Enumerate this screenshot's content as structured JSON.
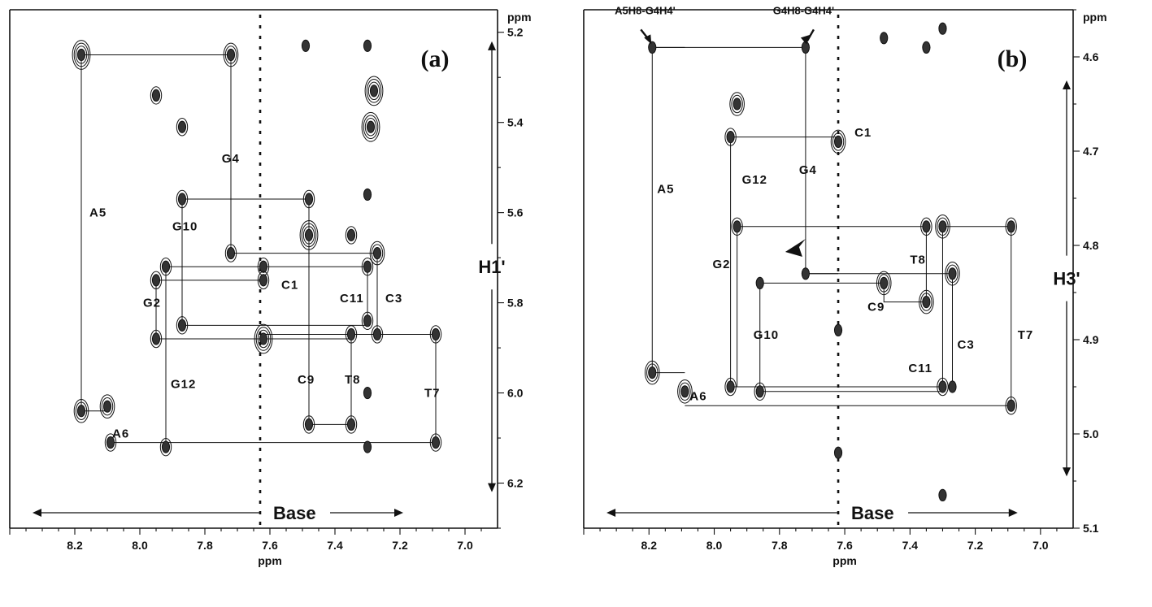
{
  "chart_data": [
    {
      "type": "scatter",
      "panel_label": "(a)",
      "xlabel": "ppm",
      "ylabel": "ppm",
      "xlim": [
        8.4,
        6.9
      ],
      "ylim": [
        5.15,
        6.3
      ],
      "x_ticks": [
        "8.2",
        "8.0",
        "7.8",
        "7.6",
        "7.4",
        "7.2",
        "7.0"
      ],
      "x_tick_values": [
        8.2,
        8.0,
        7.8,
        7.6,
        7.4,
        7.2,
        7.0
      ],
      "y_ticks": [
        "5.2",
        "5.4",
        "5.6",
        "5.8",
        "6.0",
        "6.2"
      ],
      "y_tick_values": [
        5.2,
        5.4,
        5.6,
        5.8,
        6.0,
        6.2
      ],
      "region_y": "H1'",
      "region_x": "Base",
      "region_y_range": [
        5.22,
        6.22
      ],
      "region_x_range": [
        8.33,
        7.19
      ],
      "x_base": 7.615,
      "noise_band": 7.63,
      "peaks": [
        {
          "x": 8.18,
          "y": 5.25,
          "s": 2.0
        },
        {
          "x": 7.72,
          "y": 5.25,
          "s": 1.3
        },
        {
          "x": 7.95,
          "y": 5.34,
          "s": 1.0
        },
        {
          "x": 7.87,
          "y": 5.41,
          "s": 1.1
        },
        {
          "x": 7.28,
          "y": 5.33,
          "s": 2.0
        },
        {
          "x": 7.29,
          "y": 5.41,
          "s": 1.8
        },
        {
          "x": 7.87,
          "y": 5.57,
          "s": 1.2
        },
        {
          "x": 7.48,
          "y": 5.57,
          "s": 0.9
        },
        {
          "x": 7.48,
          "y": 5.65,
          "s": 2.2
        },
        {
          "x": 7.35,
          "y": 5.65,
          "s": 0.9
        },
        {
          "x": 7.72,
          "y": 5.69,
          "s": 1.0
        },
        {
          "x": 7.27,
          "y": 5.69,
          "s": 1.5
        },
        {
          "x": 7.92,
          "y": 5.72,
          "s": 0.8
        },
        {
          "x": 7.95,
          "y": 5.75,
          "s": 0.8
        },
        {
          "x": 7.62,
          "y": 5.72,
          "s": 1.2
        },
        {
          "x": 7.3,
          "y": 5.72,
          "s": 0.9
        },
        {
          "x": 7.62,
          "y": 5.75,
          "s": 1.0
        },
        {
          "x": 7.3,
          "y": 5.84,
          "s": 1.2
        },
        {
          "x": 7.87,
          "y": 5.85,
          "s": 1.0
        },
        {
          "x": 7.95,
          "y": 5.88,
          "s": 0.9
        },
        {
          "x": 7.62,
          "y": 5.88,
          "s": 1.9
        },
        {
          "x": 7.35,
          "y": 5.87,
          "s": 0.9
        },
        {
          "x": 7.27,
          "y": 5.87,
          "s": 1.1
        },
        {
          "x": 7.09,
          "y": 5.87,
          "s": 0.9
        },
        {
          "x": 8.18,
          "y": 6.04,
          "s": 1.3
        },
        {
          "x": 8.1,
          "y": 6.03,
          "s": 1.3
        },
        {
          "x": 8.09,
          "y": 6.11,
          "s": 1.0
        },
        {
          "x": 7.92,
          "y": 6.12,
          "s": 0.8
        },
        {
          "x": 7.48,
          "y": 6.07,
          "s": 0.9
        },
        {
          "x": 7.35,
          "y": 6.07,
          "s": 1.0
        },
        {
          "x": 7.09,
          "y": 6.11,
          "s": 0.9
        },
        {
          "x": 7.3,
          "y": 6.12,
          "s": 0.6
        },
        {
          "x": 7.3,
          "y": 5.23,
          "s": 0.5
        },
        {
          "x": 7.49,
          "y": 5.23,
          "s": 0.4
        },
        {
          "x": 7.3,
          "y": 5.56,
          "s": 0.4
        },
        {
          "x": 7.3,
          "y": 6.0,
          "s": 0.3
        }
      ],
      "connectors": [
        {
          "x": [
            8.18,
            8.18,
            7.72,
            7.72,
            7.62
          ],
          "y": [
            6.04,
            5.25,
            5.25,
            5.69,
            5.69
          ]
        },
        {
          "x": [
            8.18,
            8.1
          ],
          "y": [
            6.04,
            6.04
          ]
        },
        {
          "x": [
            8.09,
            7.09,
            7.09,
            7.62
          ],
          "y": [
            6.11,
            6.11,
            5.87,
            5.87
          ]
        },
        {
          "x": [
            7.87,
            7.87,
            7.48,
            7.48,
            7.35,
            7.35
          ],
          "y": [
            5.85,
            5.57,
            5.57,
            6.07,
            6.07,
            5.87
          ]
        },
        {
          "x": [
            7.62,
            7.27,
            7.27
          ],
          "y": [
            5.69,
            5.69,
            5.87
          ]
        },
        {
          "x": [
            7.92,
            7.92,
            7.3,
            7.3
          ],
          "y": [
            6.12,
            5.72,
            5.72,
            5.84
          ]
        },
        {
          "x": [
            7.95,
            7.95,
            7.62
          ],
          "y": [
            5.88,
            5.75,
            5.75
          ]
        },
        {
          "x": [
            7.87,
            7.3
          ],
          "y": [
            5.85,
            5.85
          ]
        },
        {
          "x": [
            7.95,
            7.35
          ],
          "y": [
            5.88,
            5.88
          ]
        }
      ],
      "annotations": [
        {
          "text": "A5",
          "x": 8.155,
          "y": 5.6
        },
        {
          "text": "G4",
          "x": 7.748,
          "y": 5.48
        },
        {
          "text": "G10",
          "x": 7.9,
          "y": 5.63
        },
        {
          "text": "C1",
          "x": 7.565,
          "y": 5.76
        },
        {
          "text": "C11",
          "x": 7.385,
          "y": 5.79
        },
        {
          "text": "C3",
          "x": 7.245,
          "y": 5.79
        },
        {
          "text": "G2",
          "x": 7.99,
          "y": 5.8
        },
        {
          "text": "G12",
          "x": 7.905,
          "y": 5.98
        },
        {
          "text": "C9",
          "x": 7.515,
          "y": 5.97
        },
        {
          "text": "T8",
          "x": 7.37,
          "y": 5.97
        },
        {
          "text": "T7",
          "x": 7.125,
          "y": 6.0
        },
        {
          "text": "A6",
          "x": 8.085,
          "y": 6.09
        }
      ]
    },
    {
      "type": "scatter",
      "panel_label": "(b)",
      "xlabel": "ppm",
      "ylabel": "ppm",
      "xlim": [
        8.4,
        6.9
      ],
      "ylim": [
        4.55,
        5.1
      ],
      "x_ticks": [
        "8.2",
        "8.0",
        "7.8",
        "7.6",
        "7.4",
        "7.2",
        "7.0"
      ],
      "x_tick_values": [
        8.2,
        8.0,
        7.8,
        7.6,
        7.4,
        7.2,
        7.0
      ],
      "y_ticks": [
        "4.6",
        "4.7",
        "4.8",
        "4.9",
        "5.0",
        "5.1"
      ],
      "y_tick_values": [
        4.6,
        4.7,
        4.8,
        4.9,
        5.0,
        5.1
      ],
      "region_y": "H3'",
      "region_x": "Base",
      "region_y_range": [
        4.625,
        5.045
      ],
      "region_x_range": [
        8.33,
        7.07
      ],
      "x_base": 7.605,
      "noise_band": 7.62,
      "peaks": [
        {
          "x": 8.19,
          "y": 4.59,
          "s": 0.7
        },
        {
          "x": 7.72,
          "y": 4.59,
          "s": 0.5
        },
        {
          "x": 7.93,
          "y": 4.65,
          "s": 1.3
        },
        {
          "x": 7.95,
          "y": 4.685,
          "s": 1.1
        },
        {
          "x": 7.62,
          "y": 4.69,
          "s": 1.6
        },
        {
          "x": 7.93,
          "y": 4.78,
          "s": 0.9
        },
        {
          "x": 7.35,
          "y": 4.78,
          "s": 1.0
        },
        {
          "x": 7.3,
          "y": 4.78,
          "s": 1.4
        },
        {
          "x": 7.09,
          "y": 4.78,
          "s": 1.1
        },
        {
          "x": 7.27,
          "y": 4.83,
          "s": 1.4
        },
        {
          "x": 7.86,
          "y": 4.84,
          "s": 0.7
        },
        {
          "x": 7.72,
          "y": 4.83,
          "s": 0.6
        },
        {
          "x": 7.48,
          "y": 4.84,
          "s": 1.4
        },
        {
          "x": 7.35,
          "y": 4.86,
          "s": 1.7
        },
        {
          "x": 7.62,
          "y": 4.89,
          "s": 0.6
        },
        {
          "x": 8.19,
          "y": 4.935,
          "s": 1.3
        },
        {
          "x": 8.09,
          "y": 4.955,
          "s": 1.4
        },
        {
          "x": 7.95,
          "y": 4.95,
          "s": 1.1
        },
        {
          "x": 7.86,
          "y": 4.955,
          "s": 1.1
        },
        {
          "x": 7.3,
          "y": 4.95,
          "s": 0.8
        },
        {
          "x": 7.27,
          "y": 4.95,
          "s": 0.7
        },
        {
          "x": 7.09,
          "y": 4.97,
          "s": 0.8
        },
        {
          "x": 7.62,
          "y": 5.02,
          "s": 0.6
        },
        {
          "x": 7.3,
          "y": 5.065,
          "s": 0.4
        },
        {
          "x": 7.48,
          "y": 4.58,
          "s": 0.4
        },
        {
          "x": 7.35,
          "y": 4.59,
          "s": 0.3
        },
        {
          "x": 7.3,
          "y": 4.57,
          "s": 0.3
        }
      ],
      "connectors": [
        {
          "x": [
            8.19,
            8.19,
            8.09
          ],
          "y": [
            4.935,
            4.59,
            4.59
          ]
        },
        {
          "x": [
            8.19,
            7.72,
            7.72,
            7.62
          ],
          "y": [
            4.59,
            4.59,
            4.83,
            4.83
          ]
        },
        {
          "x": [
            8.19,
            8.09
          ],
          "y": [
            4.935,
            4.935
          ]
        },
        {
          "x": [
            8.09,
            7.09,
            7.09,
            7.3
          ],
          "y": [
            4.97,
            4.97,
            4.78,
            4.78
          ]
        },
        {
          "x": [
            7.95,
            7.95,
            7.62
          ],
          "y": [
            4.95,
            4.685,
            4.685
          ]
        },
        {
          "x": [
            7.93,
            7.93,
            7.35
          ],
          "y": [
            4.95,
            4.78,
            4.78
          ]
        },
        {
          "x": [
            7.35,
            7.35,
            7.48,
            7.48
          ],
          "y": [
            4.78,
            4.86,
            4.86,
            4.84
          ]
        },
        {
          "x": [
            7.86,
            7.86,
            7.48
          ],
          "y": [
            4.955,
            4.84,
            4.84
          ]
        },
        {
          "x": [
            7.72,
            7.27,
            7.27,
            7.27
          ],
          "y": [
            4.83,
            4.83,
            4.83,
            4.95
          ]
        },
        {
          "x": [
            7.95,
            7.3,
            7.3
          ],
          "y": [
            4.95,
            4.95,
            4.78
          ]
        },
        {
          "x": [
            7.86,
            7.3
          ],
          "y": [
            4.955,
            4.955
          ]
        }
      ],
      "annotations": [
        {
          "text": "A5",
          "x": 8.175,
          "y": 4.74
        },
        {
          "text": "G12",
          "x": 7.915,
          "y": 4.73
        },
        {
          "text": "G4",
          "x": 7.74,
          "y": 4.72
        },
        {
          "text": "C1",
          "x": 7.57,
          "y": 4.68
        },
        {
          "text": "G2",
          "x": 8.005,
          "y": 4.82
        },
        {
          "text": "T8",
          "x": 7.4,
          "y": 4.815
        },
        {
          "text": "C9",
          "x": 7.53,
          "y": 4.865
        },
        {
          "text": "G10",
          "x": 7.88,
          "y": 4.895
        },
        {
          "text": "C3",
          "x": 7.255,
          "y": 4.905
        },
        {
          "text": "T7",
          "x": 7.07,
          "y": 4.895
        },
        {
          "text": "C11",
          "x": 7.405,
          "y": 4.93
        },
        {
          "text": "A6",
          "x": 8.075,
          "y": 4.96
        }
      ],
      "nb_labels": [
        {
          "text": "A5H8-G4H4'",
          "x": 8.305,
          "y": 4.565,
          "tx": 8.19,
          "ty": 4.59
        },
        {
          "text": "G4H8-G4H4'",
          "x": 7.82,
          "y": 4.565,
          "tx": 7.72,
          "ty": 4.59
        }
      ],
      "marker": {
        "x": 7.72,
        "y": 4.8
      }
    }
  ]
}
